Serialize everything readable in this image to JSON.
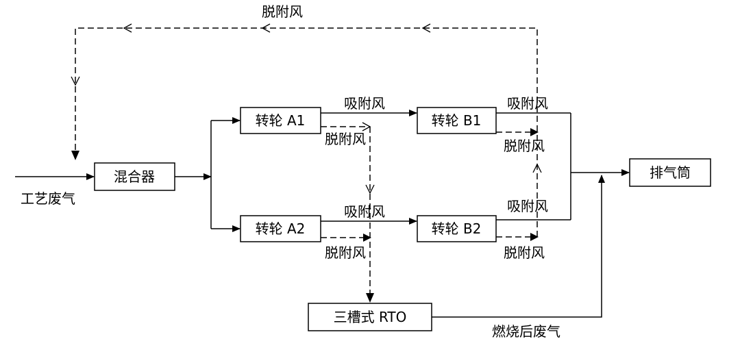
{
  "nodes": {
    "mixer": "混合器",
    "wheel_a1": "转轮 A1",
    "wheel_b1": "转轮 B1",
    "wheel_a2": "转轮 A2",
    "wheel_b2": "转轮 B2",
    "chimney": "排气筒",
    "rto": "三槽式 RTO"
  },
  "labels": {
    "top_desorption": "脱附风",
    "process_gas": "工艺废气",
    "adsorb_a1_b1": "吸附风",
    "desorb_a1": "脱附风",
    "adsorb_b1_out": "吸附风",
    "desorb_b1": "脱附风",
    "adsorb_a2_b2": "吸附风",
    "desorb_a2": "脱附风",
    "adsorb_b2_out": "吸附风",
    "desorb_b2": "脱附风",
    "after_combustion": "燃烧后废气"
  }
}
